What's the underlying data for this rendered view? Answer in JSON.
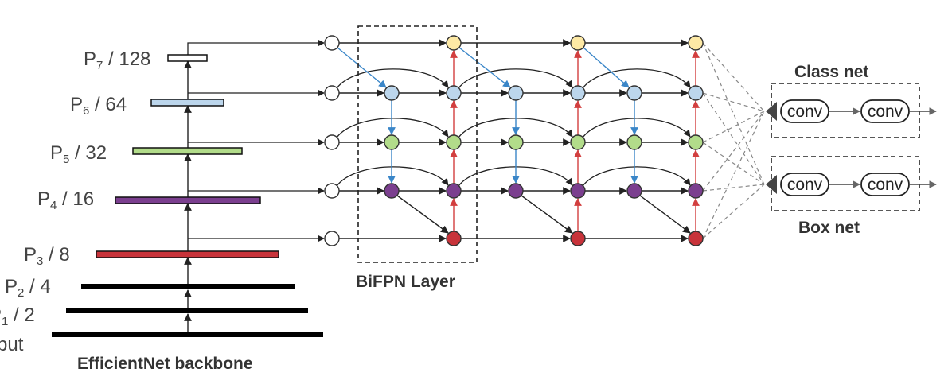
{
  "backbone": {
    "title": "EfficientNet backbone",
    "levels": [
      {
        "base": "P",
        "sub": "7",
        "suffix": " / 128",
        "color": "#ffffff"
      },
      {
        "base": "P",
        "sub": "6",
        "suffix": " / 64",
        "color": "#bcd6ec"
      },
      {
        "base": "P",
        "sub": "5",
        "suffix": " / 32",
        "color": "#b2dc8a"
      },
      {
        "base": "P",
        "sub": "4",
        "suffix": " / 16",
        "color": "#7b3f8f"
      },
      {
        "base": "P",
        "sub": "3",
        "suffix": " / 8",
        "color": "#c8333a"
      },
      {
        "base": "P",
        "sub": "2",
        "suffix": " / 4",
        "color": "#000000"
      },
      {
        "base": "P",
        "sub": "1",
        "suffix": " / 2",
        "color": "#000000"
      },
      {
        "base": "Input",
        "sub": "",
        "suffix": "",
        "color": "#000000"
      }
    ]
  },
  "bifpn": {
    "label": "BiFPN Layer",
    "node_colors": {
      "p7": "#fde9a5",
      "p6": "#bcd6ec",
      "p5": "#b2dc8a",
      "p4": "#7b3f8f",
      "p3": "#c8333a",
      "input": "#ffffff"
    },
    "edge_colors": {
      "topdown": "#3a86c8",
      "bottomup": "#d23f3f",
      "lateral": "#333333",
      "head": "#888888"
    }
  },
  "heads": {
    "class_net": {
      "label": "Class  net",
      "conv1": "conv",
      "conv2": "conv"
    },
    "box_net": {
      "label": "Box  net",
      "conv1": "conv",
      "conv2": "conv"
    }
  }
}
